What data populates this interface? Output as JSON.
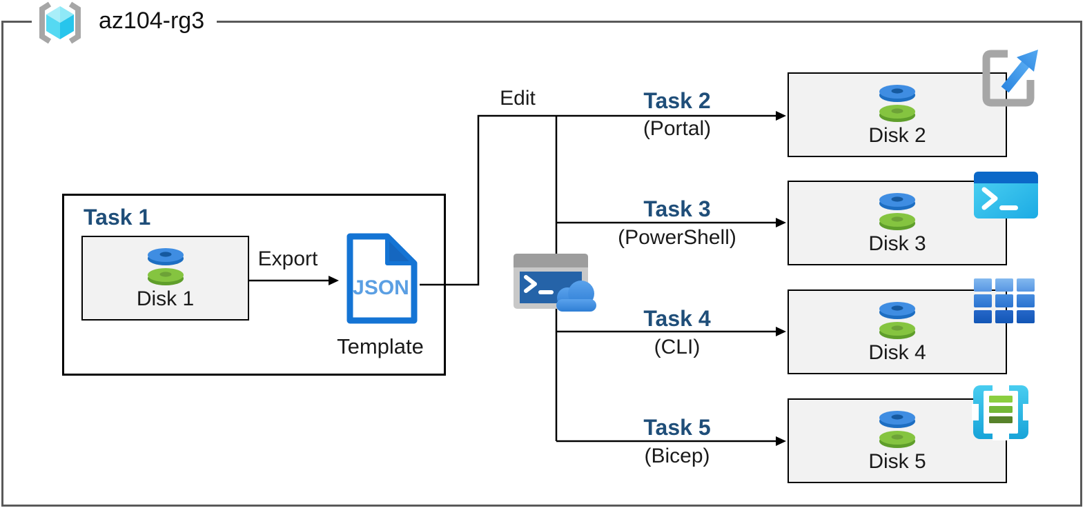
{
  "resource_group": {
    "name": "az104-rg3",
    "icon": "resource-group-icon"
  },
  "task1": {
    "title": "Task 1",
    "disk_label": "Disk 1",
    "export_label": "Export",
    "json_doc_text": "JSON",
    "template_label": "Template"
  },
  "edit_label": "Edit",
  "cloudshell_icon": "cloud-shell-icon",
  "branches": [
    {
      "task_label": "Task 2",
      "method_label": "(Portal)",
      "disk_label": "Disk 2",
      "icon": "azure-portal-icon"
    },
    {
      "task_label": "Task 3",
      "method_label": "(PowerShell)",
      "disk_label": "Disk 3",
      "icon": "powershell-icon"
    },
    {
      "task_label": "Task 4",
      "method_label": "(CLI)",
      "disk_label": "Disk 4",
      "icon": "azure-cli-icon"
    },
    {
      "task_label": "Task 5",
      "method_label": "(Bicep)",
      "disk_label": "Disk 5",
      "icon": "arm-template-icon"
    }
  ],
  "colors": {
    "task_heading": "#1f4e79",
    "disk_box_fill": "#f2f2f2",
    "box_border": "#000000",
    "outer_border": "#595959",
    "connector": "#000000",
    "azure_blue": "#1474d4",
    "disk_blue": "#3f8de2",
    "disk_green": "#85c440",
    "cyan_cube": "#55d9f2"
  }
}
